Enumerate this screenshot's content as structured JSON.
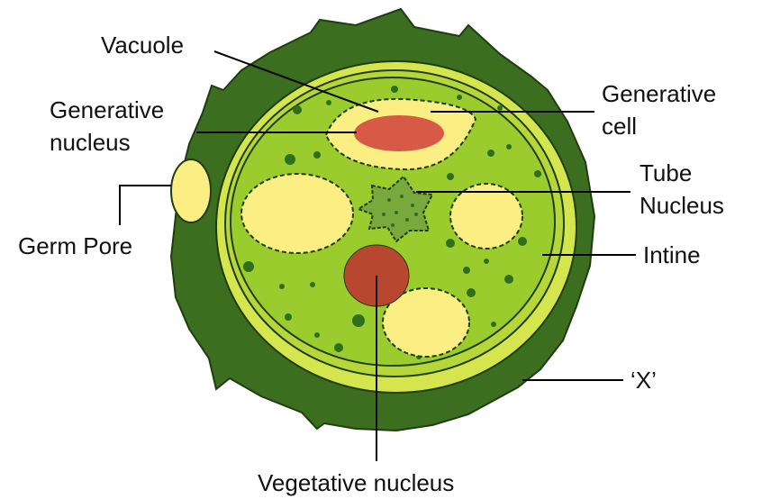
{
  "labels": {
    "vacuole": "Vacuole",
    "generative_nucleus_1": "Generative",
    "generative_nucleus_2": "nucleus",
    "generative_cell_1": "Generative",
    "generative_cell_2": "cell",
    "tube_nucleus_1": "Tube",
    "tube_nucleus_2": "Nucleus",
    "germ_pore": "Germ Pore",
    "intine": "Intine",
    "x_label": "‘X’",
    "vegetative_nucleus": "Vegetative nucleus"
  },
  "colors": {
    "exine": "#3b6e1e",
    "intine_band": "#d4e54d",
    "intine_inner": "#b7d63a",
    "cytoplasm": "#9acc2e",
    "granule": "#2f6e1b",
    "vacuole_fill": "#fbee82",
    "generative_nucleus": "#d65a45",
    "vegetative_nucleus": "#b8472f",
    "tube_nucleus": "#79a83c",
    "germ_pore": "#fbee82"
  }
}
